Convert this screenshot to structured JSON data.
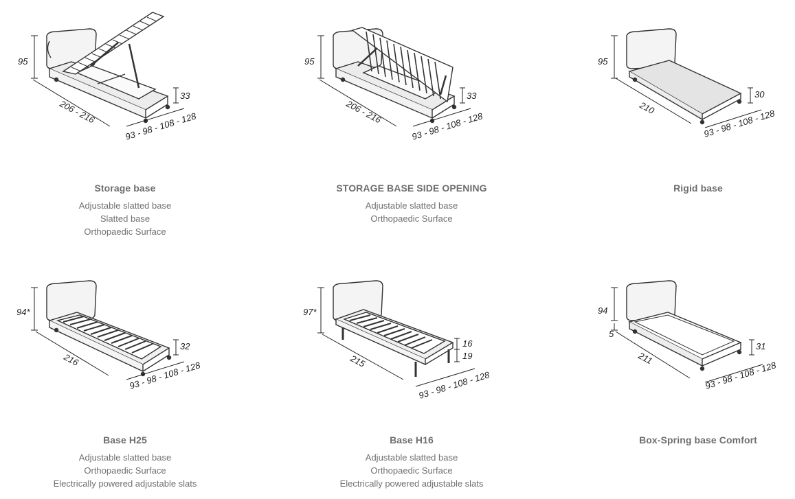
{
  "products": [
    {
      "title": "Storage base",
      "options": [
        "Adjustable slatted base",
        "Slatted base",
        "Orthopaedic Surface"
      ],
      "dims": {
        "height": "95",
        "length": "206 - 216",
        "width": "93 - 98 - 108 - 128",
        "base": "33"
      },
      "base_kind": "storage-lift"
    },
    {
      "title": "STORAGE BASE SIDE OPENING",
      "options": [
        "Adjustable slatted base",
        "Orthopaedic Surface"
      ],
      "dims": {
        "height": "95",
        "length": "206 - 216",
        "width": "93 - 98 - 108 - 128",
        "base": "33"
      },
      "base_kind": "storage-side"
    },
    {
      "title": "Rigid base",
      "options": [],
      "dims": {
        "height": "95",
        "length": "210",
        "width": "93 - 98 - 108 - 128",
        "base": "30"
      },
      "base_kind": "rigid"
    },
    {
      "title": "Base H25",
      "options": [
        "Adjustable slatted base",
        "Orthopaedic Surface",
        "Electrically powered adjustable slats"
      ],
      "dims": {
        "height": "94*",
        "length": "216",
        "width": "93 - 98 - 108 - 128",
        "base": "32"
      },
      "base_kind": "slatted"
    },
    {
      "title": "Base H16",
      "options": [
        "Adjustable slatted base",
        "Orthopaedic Surface",
        "Electrically powered adjustable slats"
      ],
      "dims": {
        "height": "97*",
        "length": "215",
        "width": "93 - 98 - 108 - 128",
        "base": "16",
        "legs": "19"
      },
      "base_kind": "slatted-legs"
    },
    {
      "title": "Box-Spring base Comfort",
      "options": [],
      "dims": {
        "height": "94",
        "length": "211",
        "width": "93 - 98 - 108 - 128",
        "base": "31",
        "extra": "5"
      },
      "base_kind": "box-spring"
    }
  ]
}
